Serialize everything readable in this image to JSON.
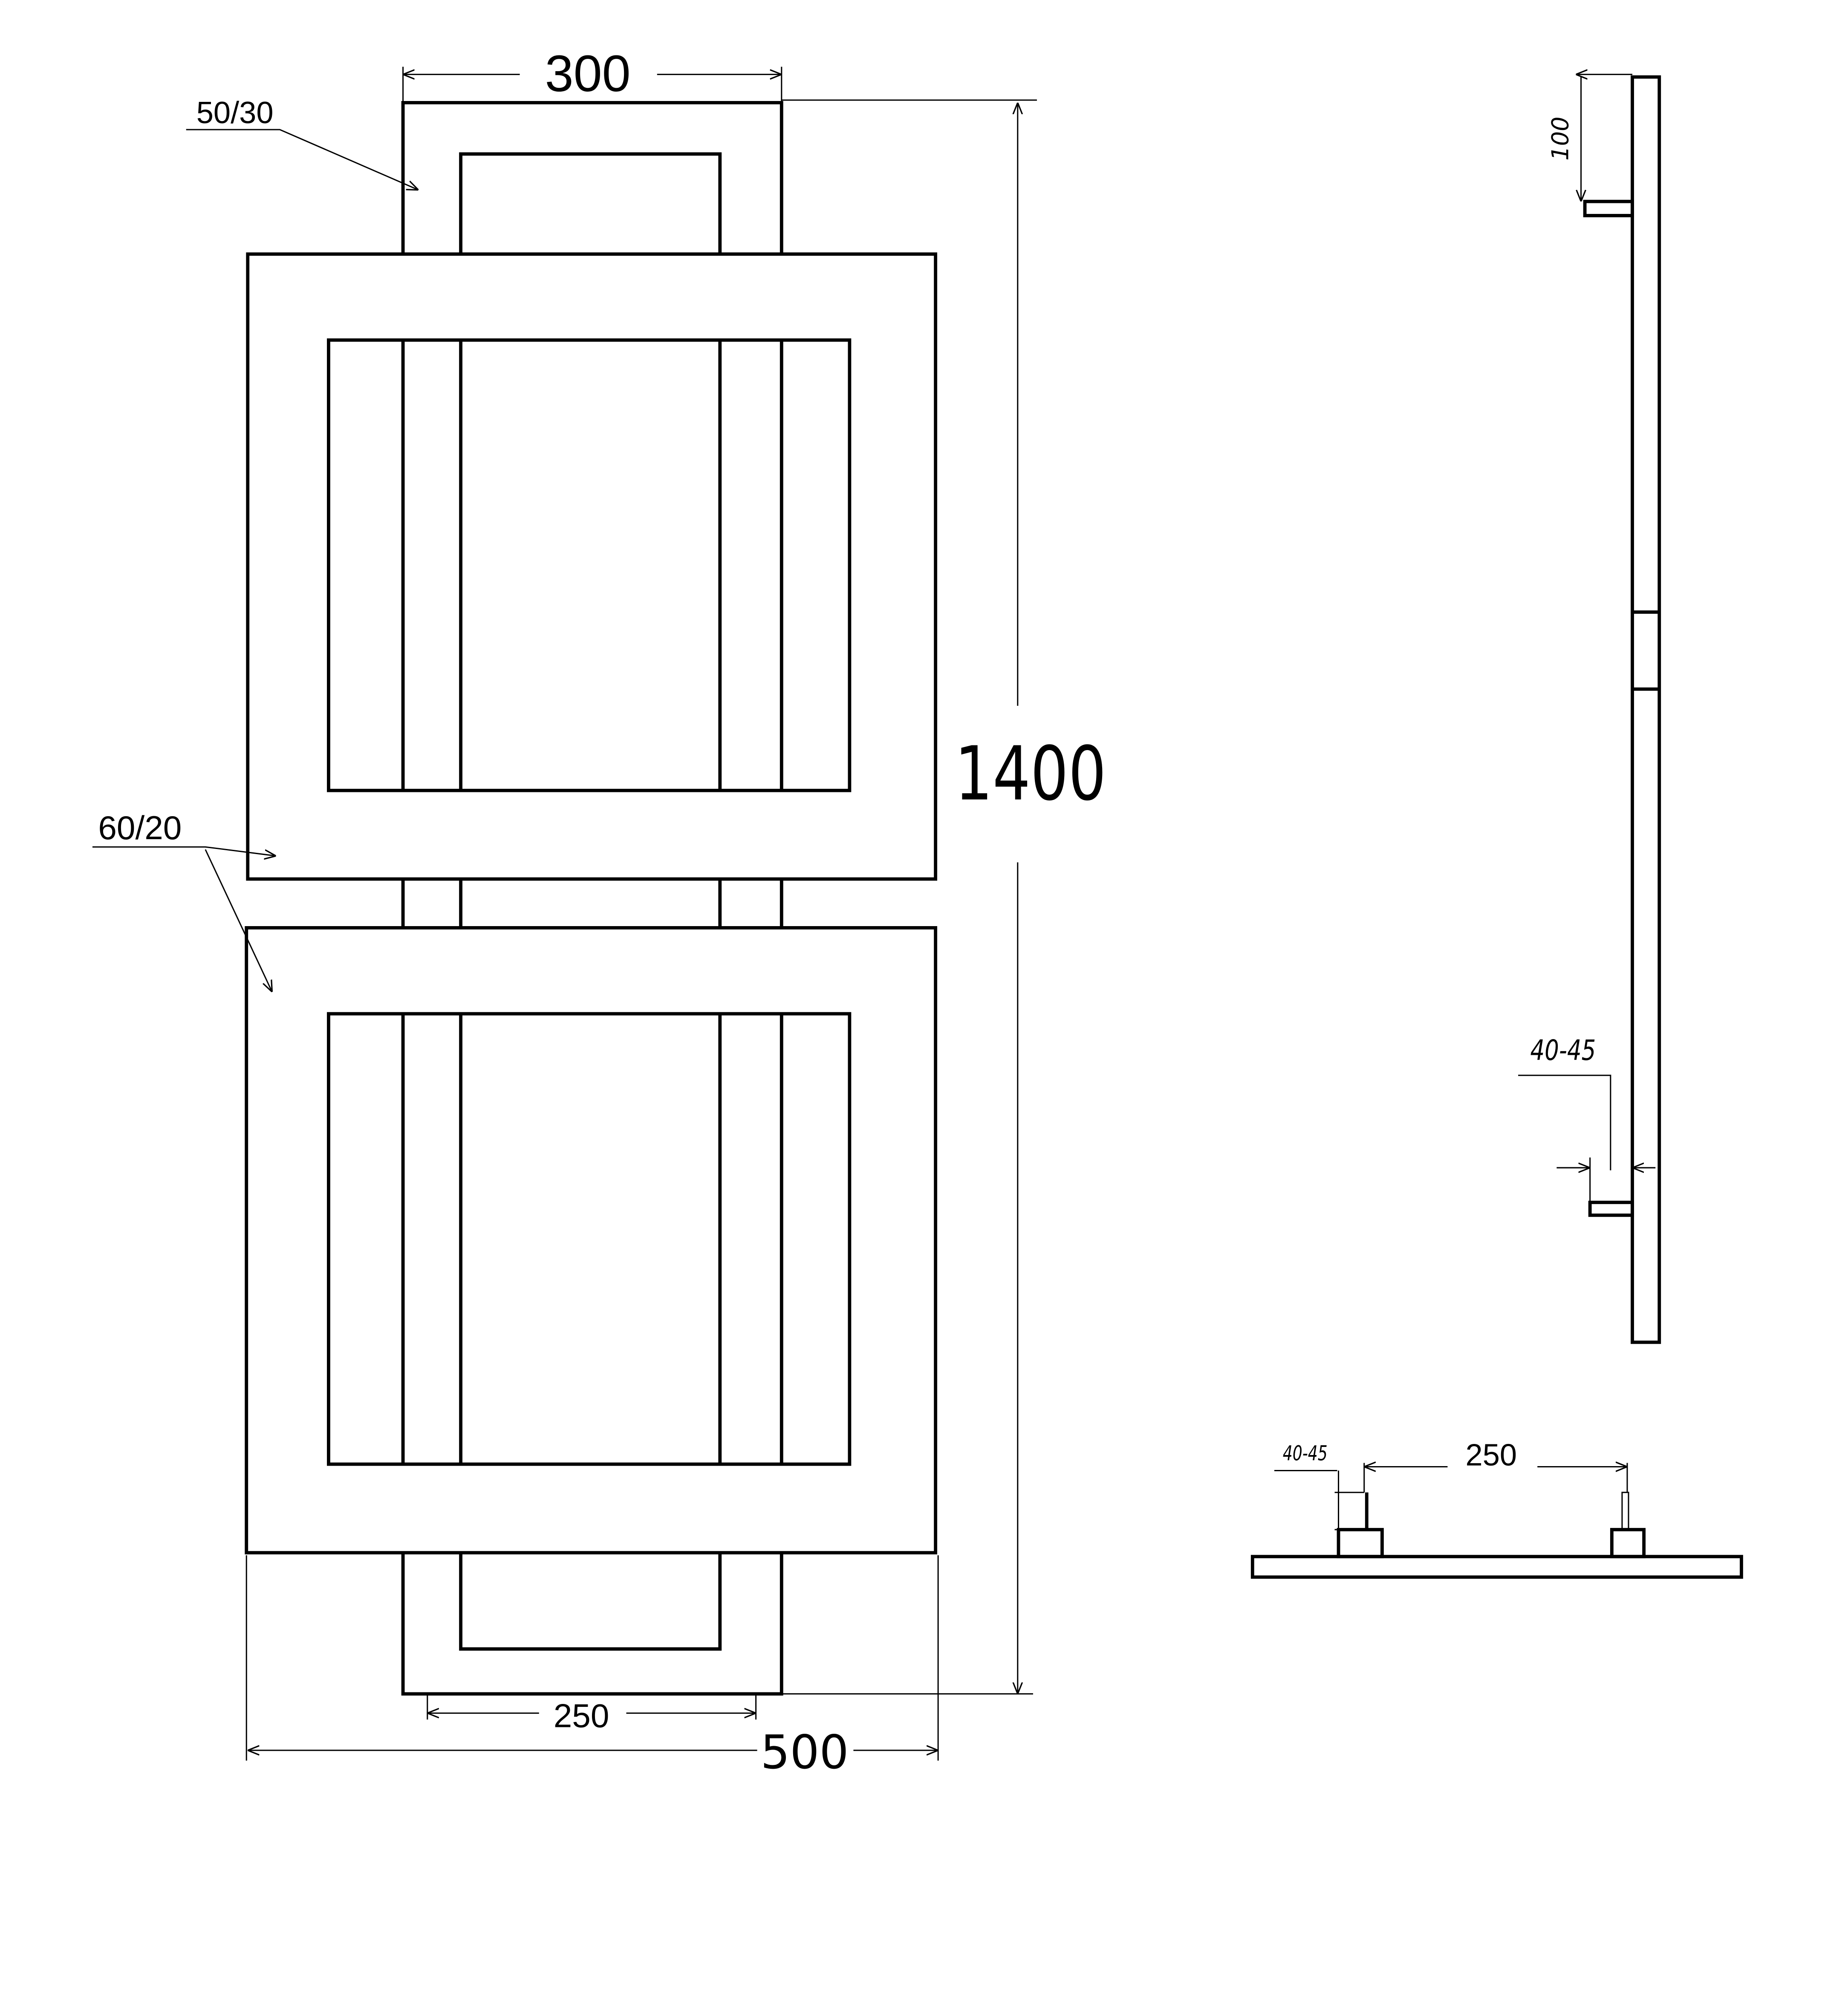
{
  "drawing": {
    "front_view": {
      "top_width": "300",
      "total_height": "1400",
      "connection_distance": "250",
      "total_width": "500",
      "small_tube_profile": "50/30",
      "large_tube_profile": "60/20"
    },
    "side_view": {
      "top_bracket_offset": "100",
      "wall_distance": "40-45"
    },
    "top_view": {
      "connection_distance": "250",
      "wall_distance": "40-45"
    },
    "colors": {
      "line": "#000000",
      "background": "#ffffff"
    }
  }
}
